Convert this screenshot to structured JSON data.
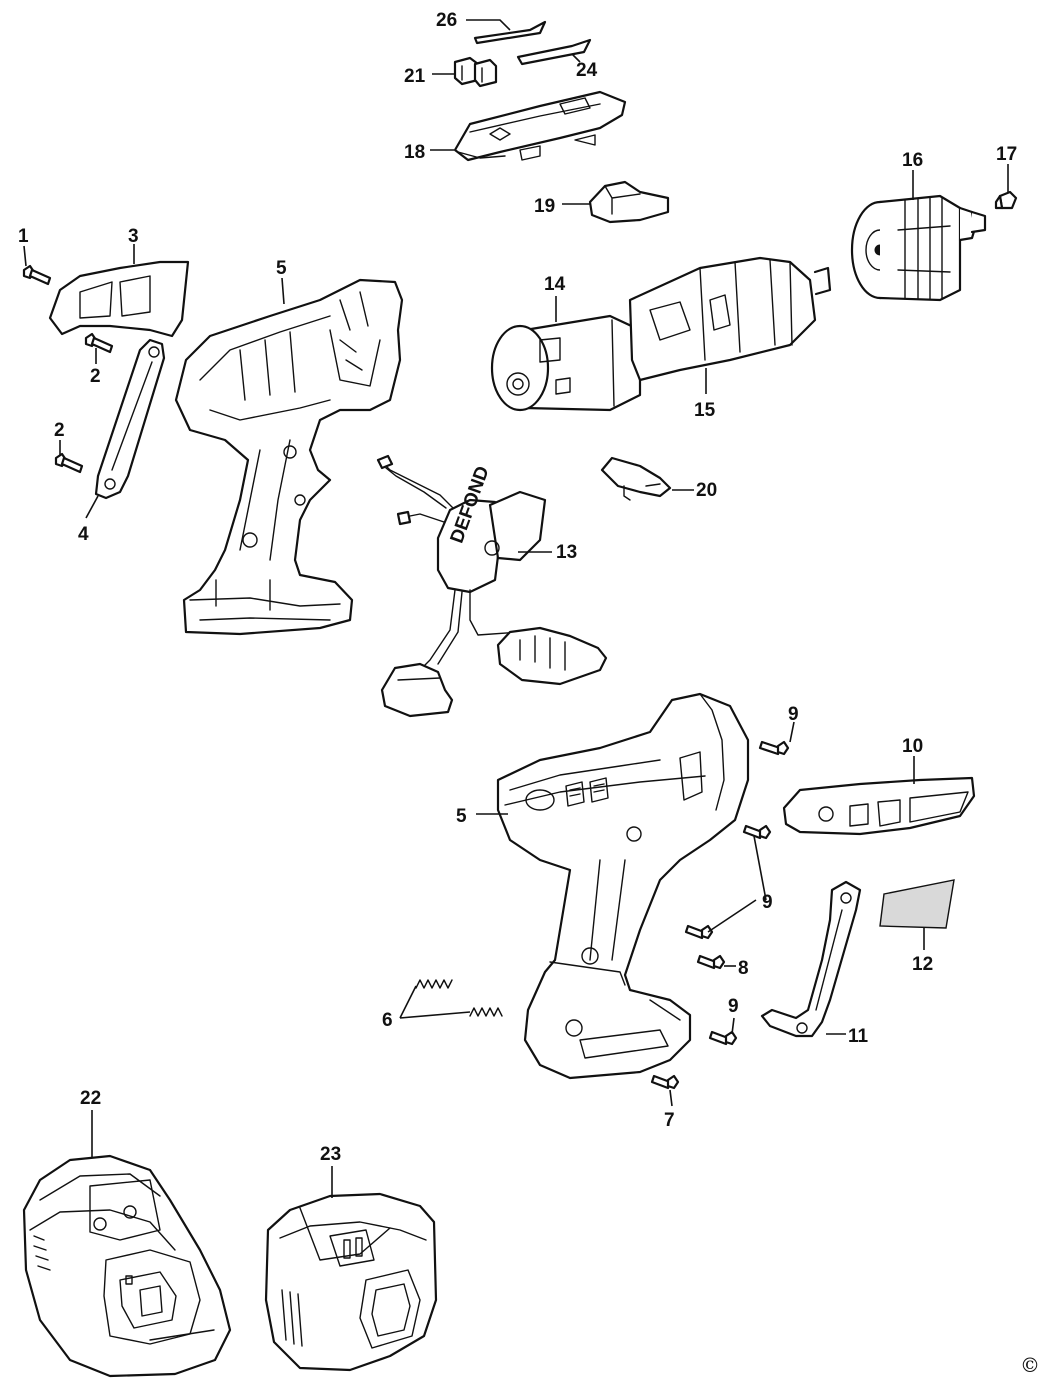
{
  "labels": {
    "p1": "1",
    "p2a": "2",
    "p2b": "2",
    "p3": "3",
    "p4": "4",
    "p5a": "5",
    "p5b": "5",
    "p6": "6",
    "p7": "7",
    "p8": "8",
    "p9a": "9",
    "p9b": "9",
    "p9c": "9",
    "p10": "10",
    "p11": "11",
    "p12": "12",
    "p13": "13",
    "p14": "14",
    "p15": "15",
    "p16": "16",
    "p17": "17",
    "p18": "18",
    "p19": "19",
    "p20": "20",
    "p21": "21",
    "p22": "22",
    "p23": "23",
    "p24": "24",
    "p26": "26"
  },
  "switch_brand": "DEFOND",
  "copyright_symbol": "©"
}
